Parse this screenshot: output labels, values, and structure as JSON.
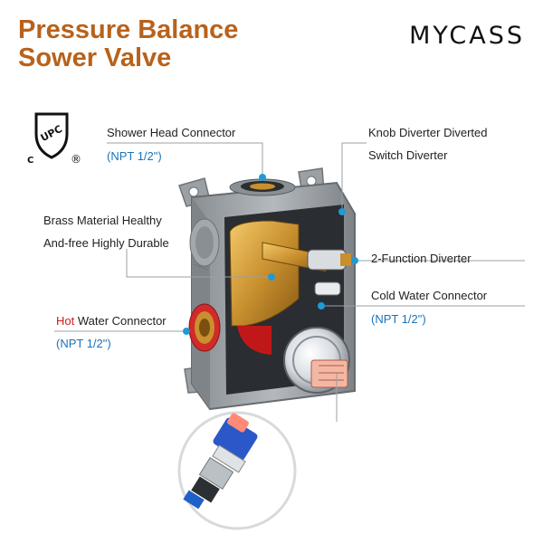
{
  "header": {
    "title_line1": "Pressure Balance",
    "title_line2": "Sower Valve",
    "brand": "MYCASS"
  },
  "cert": {
    "mark": "UPC",
    "c_mark": "C",
    "r_mark": "®"
  },
  "callouts": {
    "shower_head": {
      "label": "Shower Head Connector",
      "spec": "(NPT 1/2\")"
    },
    "knob_diverter": {
      "line1": "Knob Diverter Diverted",
      "line2": "Switch Diverter"
    },
    "brass": {
      "line1": "Brass Material Healthy",
      "line2": "And-free Highly Durable"
    },
    "two_function": {
      "label": "2-Function Diverter"
    },
    "cold_water": {
      "label": "Cold Water Connector",
      "spec": "(NPT 1/2\")"
    },
    "hot_water": {
      "hot_word": "Hot",
      "rest": " Water Connector",
      "spec": "(NPT 1/2\")"
    }
  },
  "colors": {
    "title": "#b8621b",
    "spec": "#1a73b8",
    "hot": "#d11a1a",
    "accent_dot": "#1e9bd7"
  }
}
